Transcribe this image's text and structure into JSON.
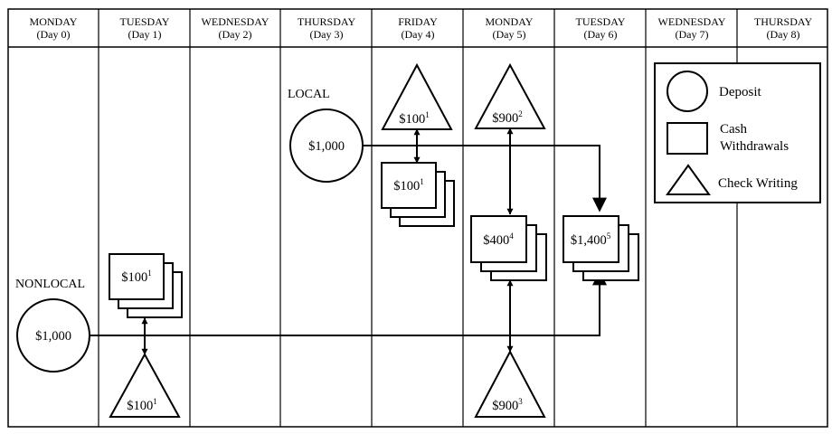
{
  "columns": [
    {
      "day": "MONDAY",
      "sub": "(Day 0)"
    },
    {
      "day": "TUESDAY",
      "sub": "(Day 1)"
    },
    {
      "day": "WEDNESDAY",
      "sub": "(Day 2)"
    },
    {
      "day": "THURSDAY",
      "sub": "(Day 3)"
    },
    {
      "day": "FRIDAY",
      "sub": "(Day 4)"
    },
    {
      "day": "MONDAY",
      "sub": "(Day 5)"
    },
    {
      "day": "TUESDAY",
      "sub": "(Day 6)"
    },
    {
      "day": "WEDNESDAY",
      "sub": "(Day 7)"
    },
    {
      "day": "THURSDAY",
      "sub": "(Day 8)"
    }
  ],
  "labels": {
    "local": "LOCAL",
    "nonlocal": "NONLOCAL"
  },
  "deposits": {
    "local": {
      "value": "$1,000"
    },
    "nonlocal": {
      "value": "$1,000"
    }
  },
  "checks": {
    "local_day4": {
      "value": "$100",
      "sup": "1"
    },
    "local_day5": {
      "value": "$900",
      "sup": "2"
    },
    "nonlocal_day1": {
      "value": "$100",
      "sup": "1"
    },
    "nonlocal_day5": {
      "value": "$900",
      "sup": "3"
    }
  },
  "withdrawals": {
    "nonlocal_day1": {
      "value": "$100",
      "sup": "1"
    },
    "local_day4": {
      "value": "$100",
      "sup": "1"
    },
    "combined_day5": {
      "value": "$400",
      "sup": "4"
    },
    "combined_day6": {
      "value": "$1,400",
      "sup": "5"
    }
  },
  "legend": {
    "deposit": "Deposit",
    "cash_line1": "Cash",
    "cash_line2": "Withdrawals",
    "check": "Check Writing"
  }
}
